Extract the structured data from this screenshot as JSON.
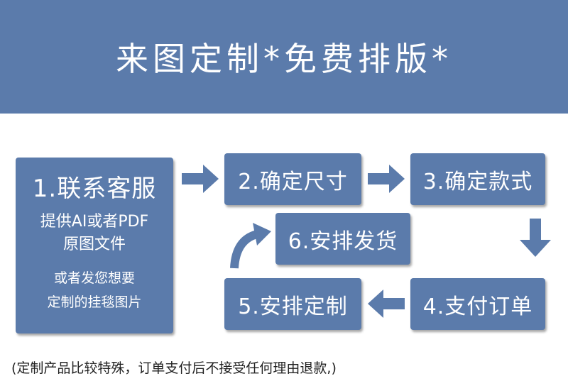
{
  "header": {
    "title": "来图定制*免费排版*"
  },
  "steps": {
    "step1": {
      "label": "1.联系客服",
      "sub_line1": "提供AI或者PDF",
      "sub_line2": "原图文件",
      "sub_line3": "或者发您想要",
      "sub_line4": "定制的挂毯图片"
    },
    "step2": {
      "label": "2.确定尺寸"
    },
    "step3": {
      "label": "3.确定款式"
    },
    "step4": {
      "label": "4.支付订单"
    },
    "step5": {
      "label": "5.安排定制"
    },
    "step6": {
      "label": "6.安排发货"
    }
  },
  "footer": {
    "note": "(定制产品比较特殊，订单支付后不接受任何理由退款,)"
  },
  "colors": {
    "brand_blue": "#5b7bab",
    "text_white": "#ffffff"
  }
}
